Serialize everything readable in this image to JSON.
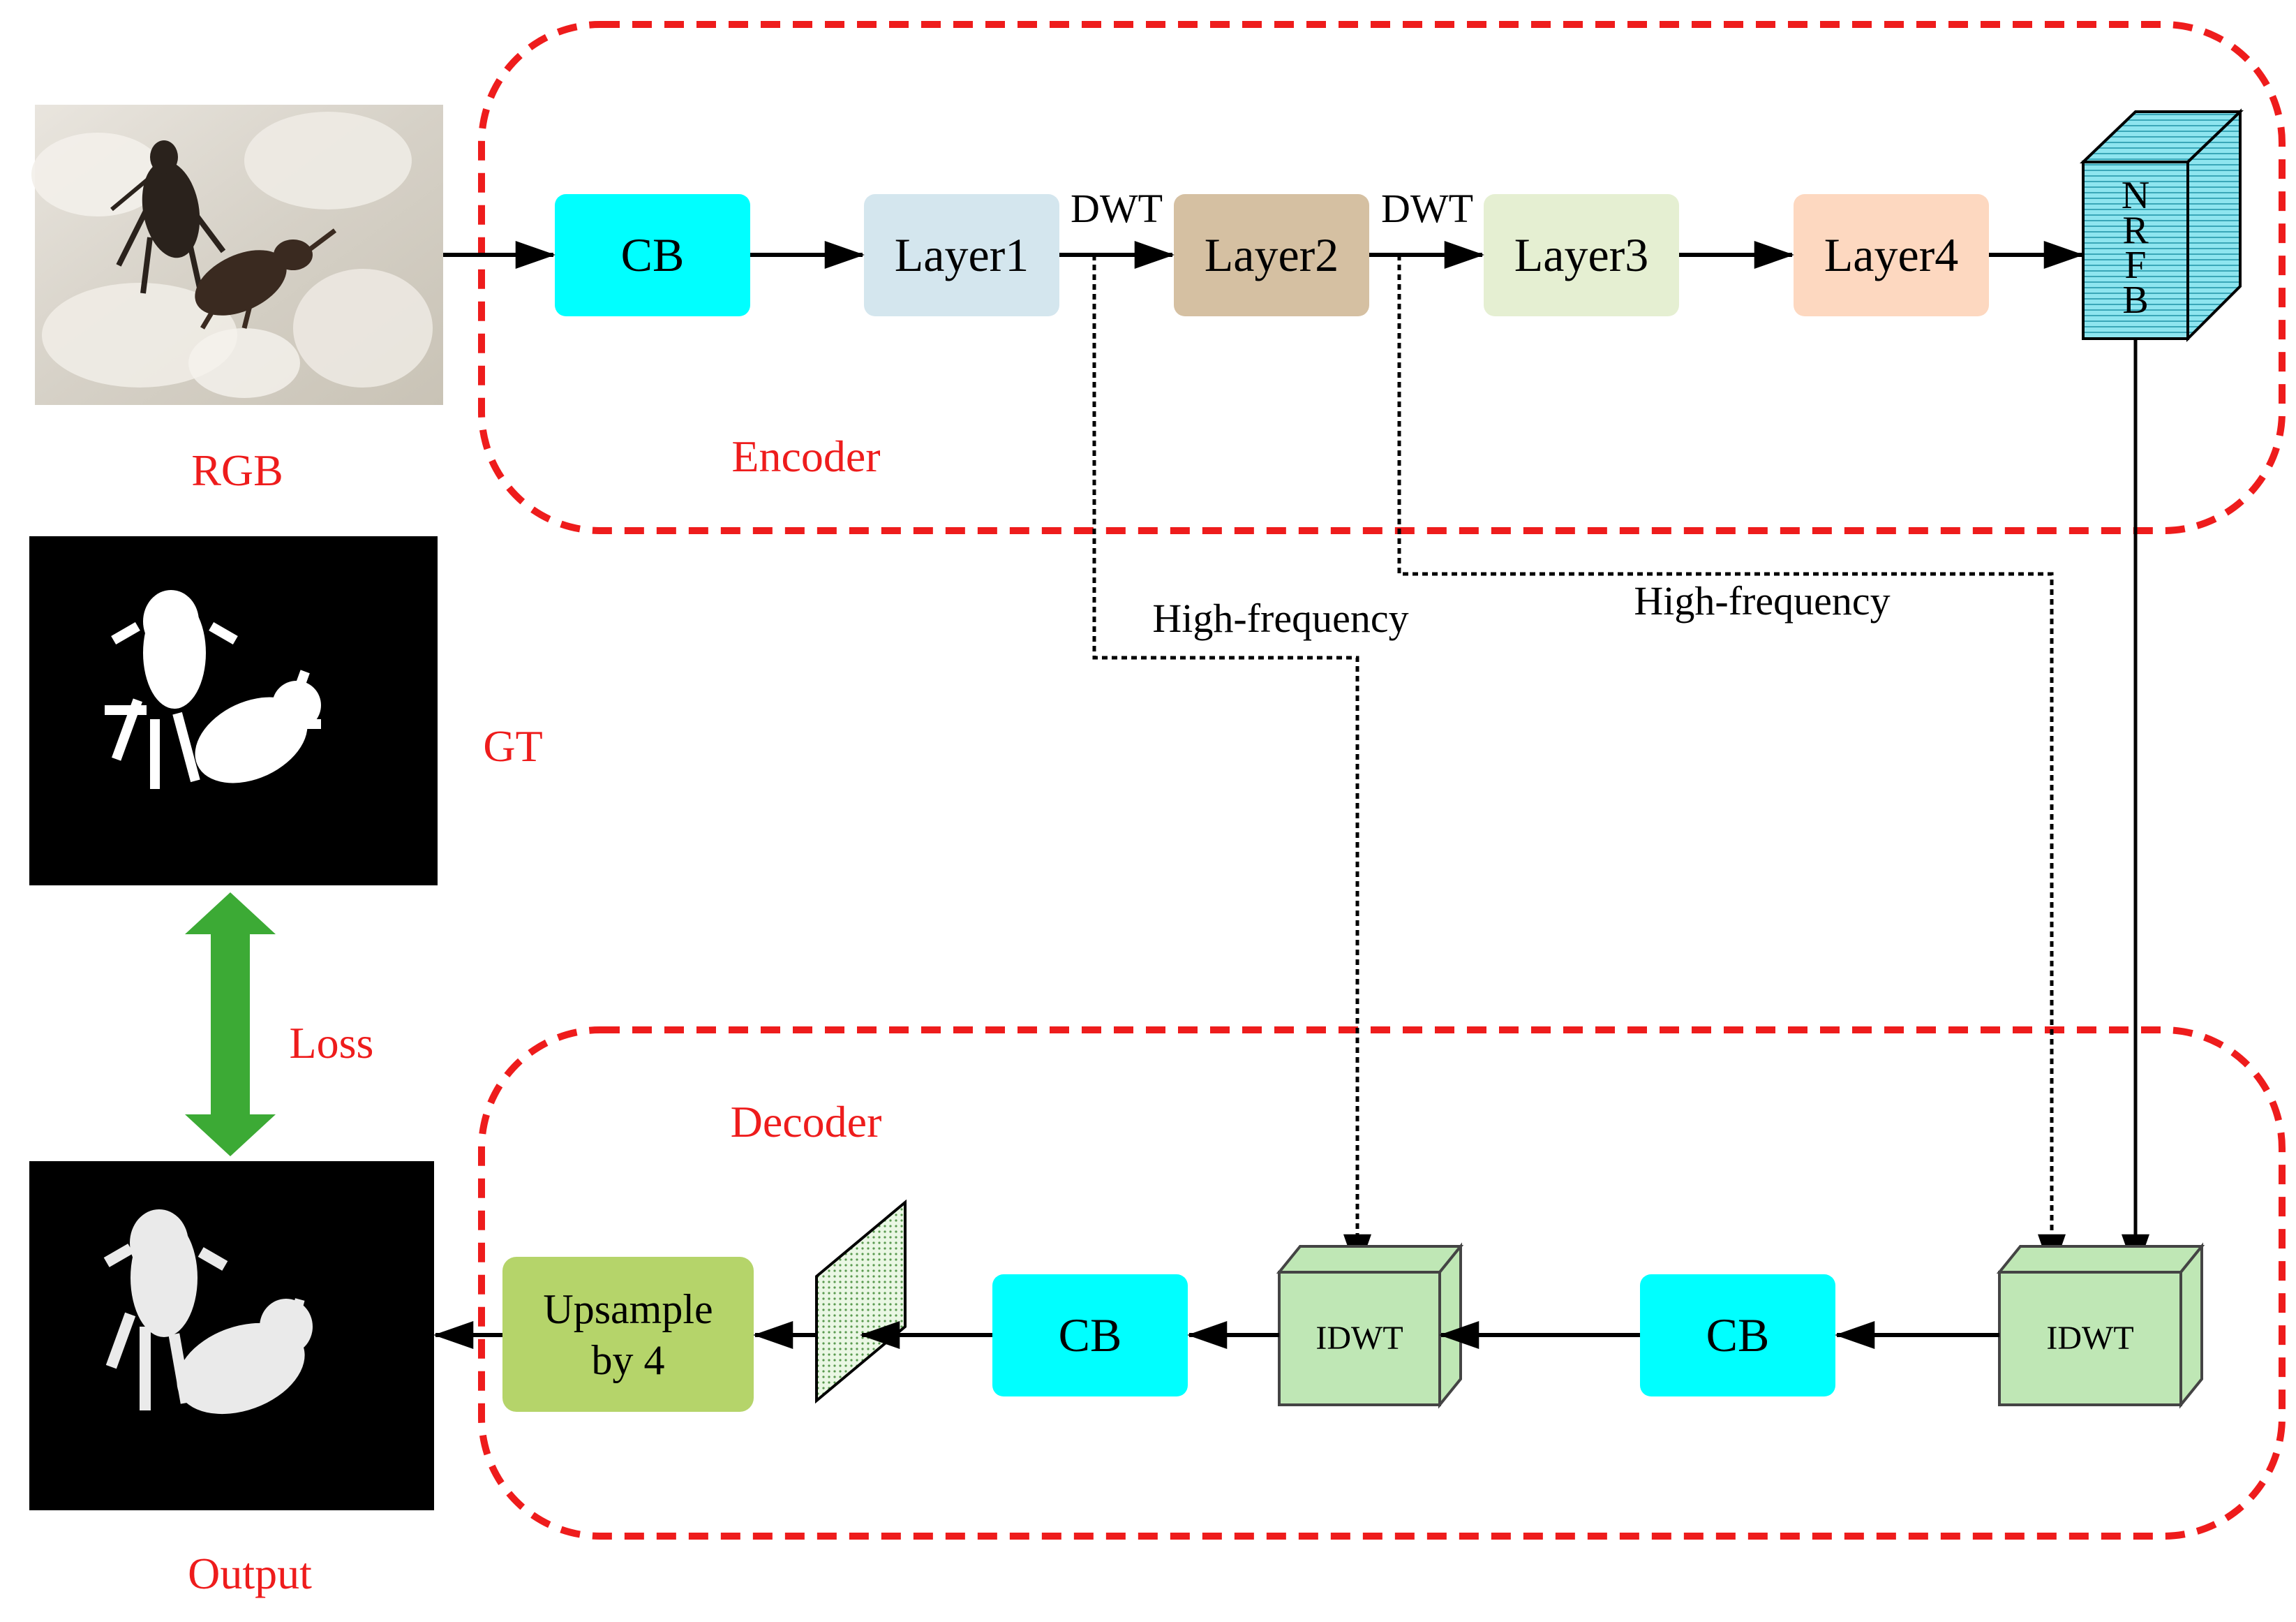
{
  "labels": {
    "rgb": "RGB",
    "gt": "GT",
    "loss": "Loss",
    "output": "Output",
    "encoder": "Encoder",
    "decoder": "Decoder",
    "dwt_1": "DWT",
    "dwt_2": "DWT",
    "high_freq_1": "High-frequency",
    "high_freq_2": "High-frequency"
  },
  "encoder_blocks": {
    "cb": "CB",
    "layer1": "Layer1",
    "layer2": "Layer2",
    "layer3": "Layer3",
    "layer4": "Layer4",
    "nrfb": [
      "N",
      "R",
      "F",
      "B"
    ]
  },
  "decoder_blocks": {
    "idwt_right": "IDWT",
    "cb_right": "CB",
    "idwt_left": "IDWT",
    "cb_left": "CB",
    "upsample_line1": "Upsample",
    "upsample_line2": "by 4"
  },
  "colors": {
    "region_border": "#ee1c1c",
    "label_red": "#ee1c1c",
    "cb": "#00ffff",
    "layer1": "#d4e6ee",
    "layer2": "#d5c0a2",
    "layer3": "#e5efd2",
    "layer4": "#fdd8c0",
    "nrfb": "#8ee5ef",
    "idwt": "#bfe7b5",
    "upsample": "#b5d46a",
    "loss_arrow": "#3caa35"
  }
}
